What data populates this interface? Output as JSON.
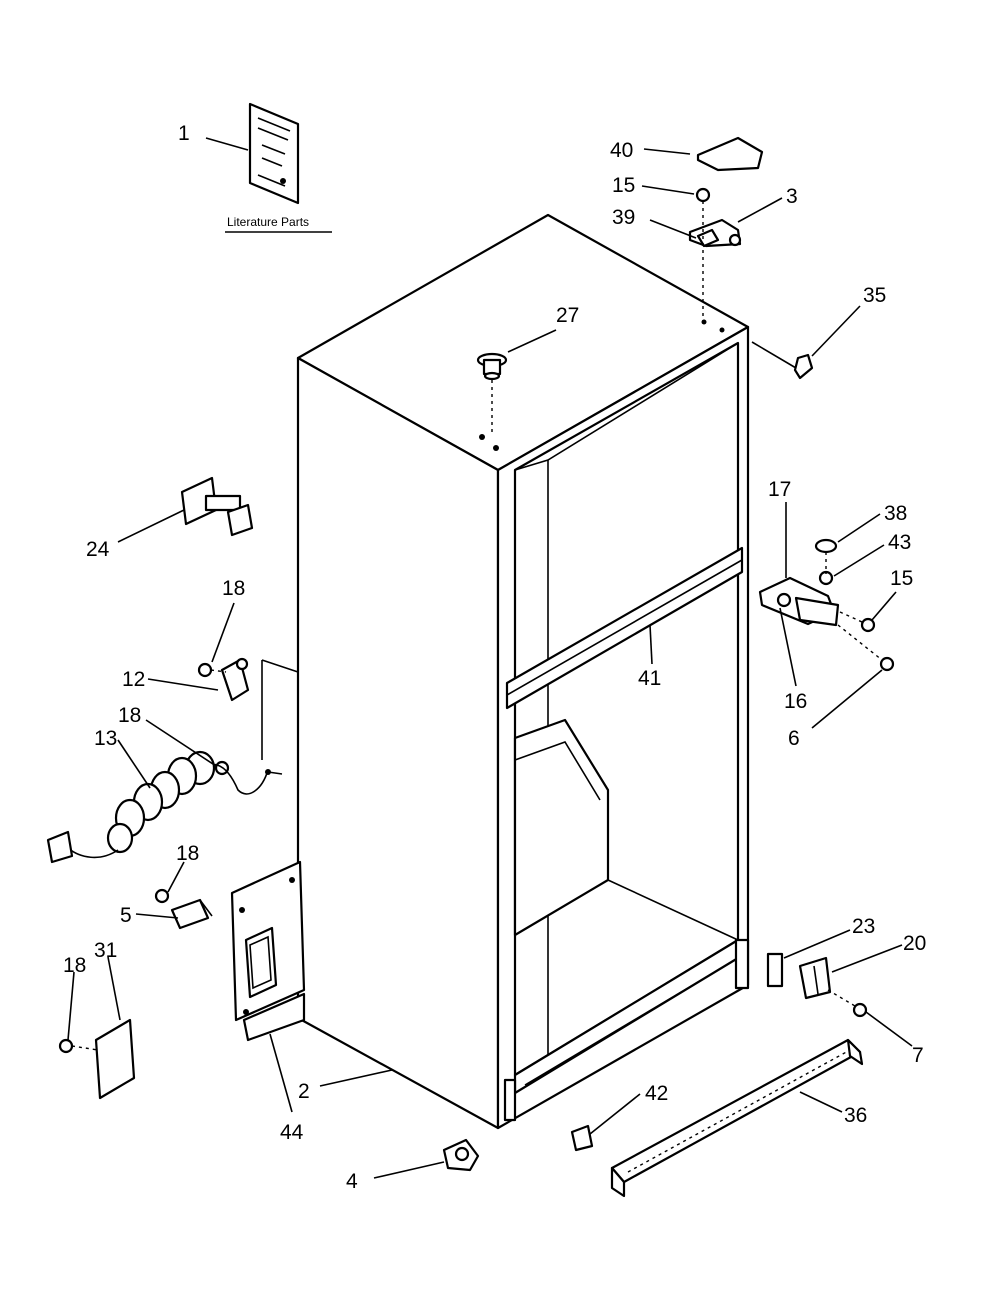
{
  "literature_caption": "Literature Parts",
  "callouts": {
    "c1": "1",
    "c40": "40",
    "c15a": "15",
    "c3": "3",
    "c39": "39",
    "c27": "27",
    "c35": "35",
    "c24": "24",
    "c17": "17",
    "c38": "38",
    "c43": "43",
    "c15b": "15",
    "c18a": "18",
    "c12": "12",
    "c41": "41",
    "c16": "16",
    "c6": "6",
    "c18b": "18",
    "c13": "13",
    "c18c": "18",
    "c5": "5",
    "c31": "31",
    "c18d": "18",
    "c23": "23",
    "c20": "20",
    "c7": "7",
    "c42": "42",
    "c36": "36",
    "c2": "2",
    "c44": "44",
    "c4": "4"
  }
}
